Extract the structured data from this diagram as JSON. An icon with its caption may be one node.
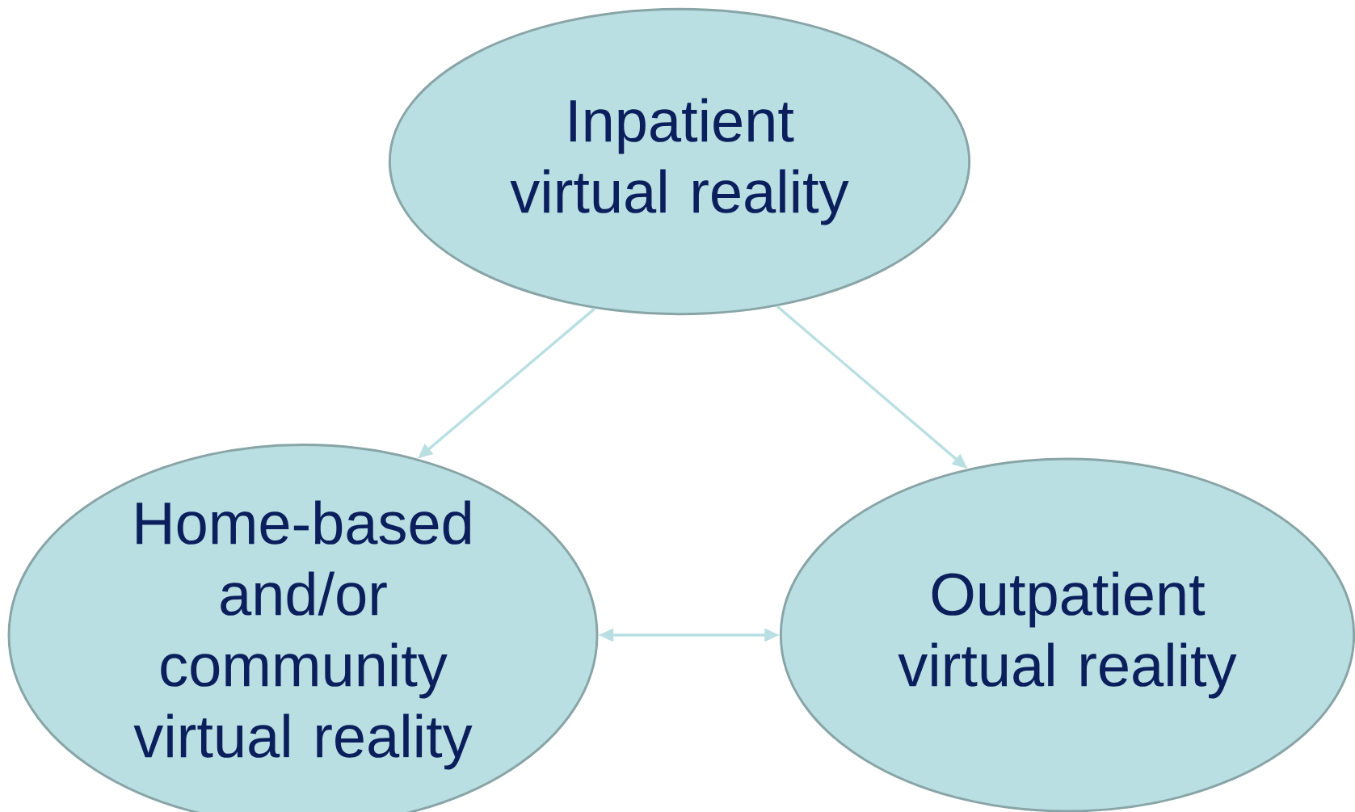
{
  "diagram": {
    "nodes": [
      {
        "text": [
          "Inpatient virtual reality"
        ]
      },
      {
        "text": [
          "Home-based and/or community virtual reality"
        ]
      },
      {
        "text": [
          "Outpatient virtual reality"
        ]
      }
    ],
    "edges": [
      {
        "from": 0,
        "to": 1,
        "arrow": "to"
      },
      {
        "from": 0,
        "to": 2,
        "arrow": "to"
      },
      {
        "from": 1,
        "to": 2,
        "arrow": "both"
      }
    ]
  }
}
